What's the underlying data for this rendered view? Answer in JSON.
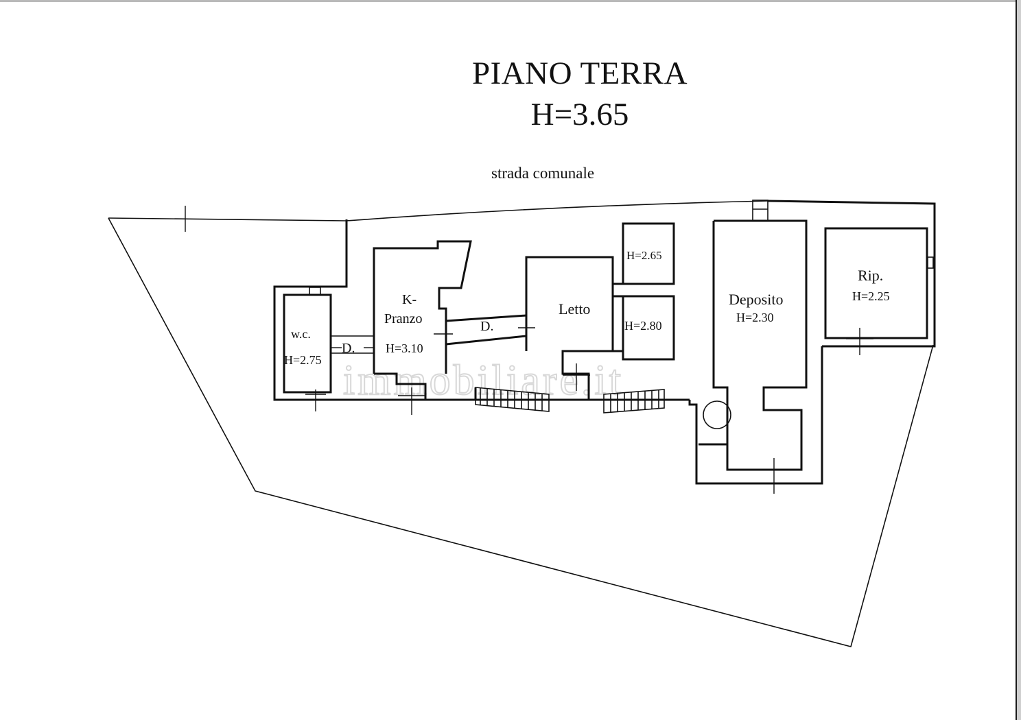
{
  "plan": {
    "title": "PIANO TERRA",
    "height": "H=3.65",
    "street": "strada comunale"
  },
  "rooms": [
    {
      "id": "wc",
      "name": "w.c.",
      "height": "H=2.75"
    },
    {
      "id": "corridor_wc",
      "name": "D.",
      "height": ""
    },
    {
      "id": "kitchen",
      "name": "K-",
      "name2": "Pranzo",
      "height": "H=3.10"
    },
    {
      "id": "corridor_letto",
      "name": "D.",
      "height": ""
    },
    {
      "id": "letto",
      "name": "Letto",
      "height": ""
    },
    {
      "id": "small_upper",
      "name": "",
      "height": "H=2.65"
    },
    {
      "id": "small_lower",
      "name": "",
      "height": "H=2.80"
    },
    {
      "id": "deposito",
      "name": "Deposito",
      "height": "H=2.30"
    },
    {
      "id": "ripostiglio",
      "name": "Rip.",
      "height": "H=2.25"
    }
  ],
  "watermark": "immobiliare.it"
}
